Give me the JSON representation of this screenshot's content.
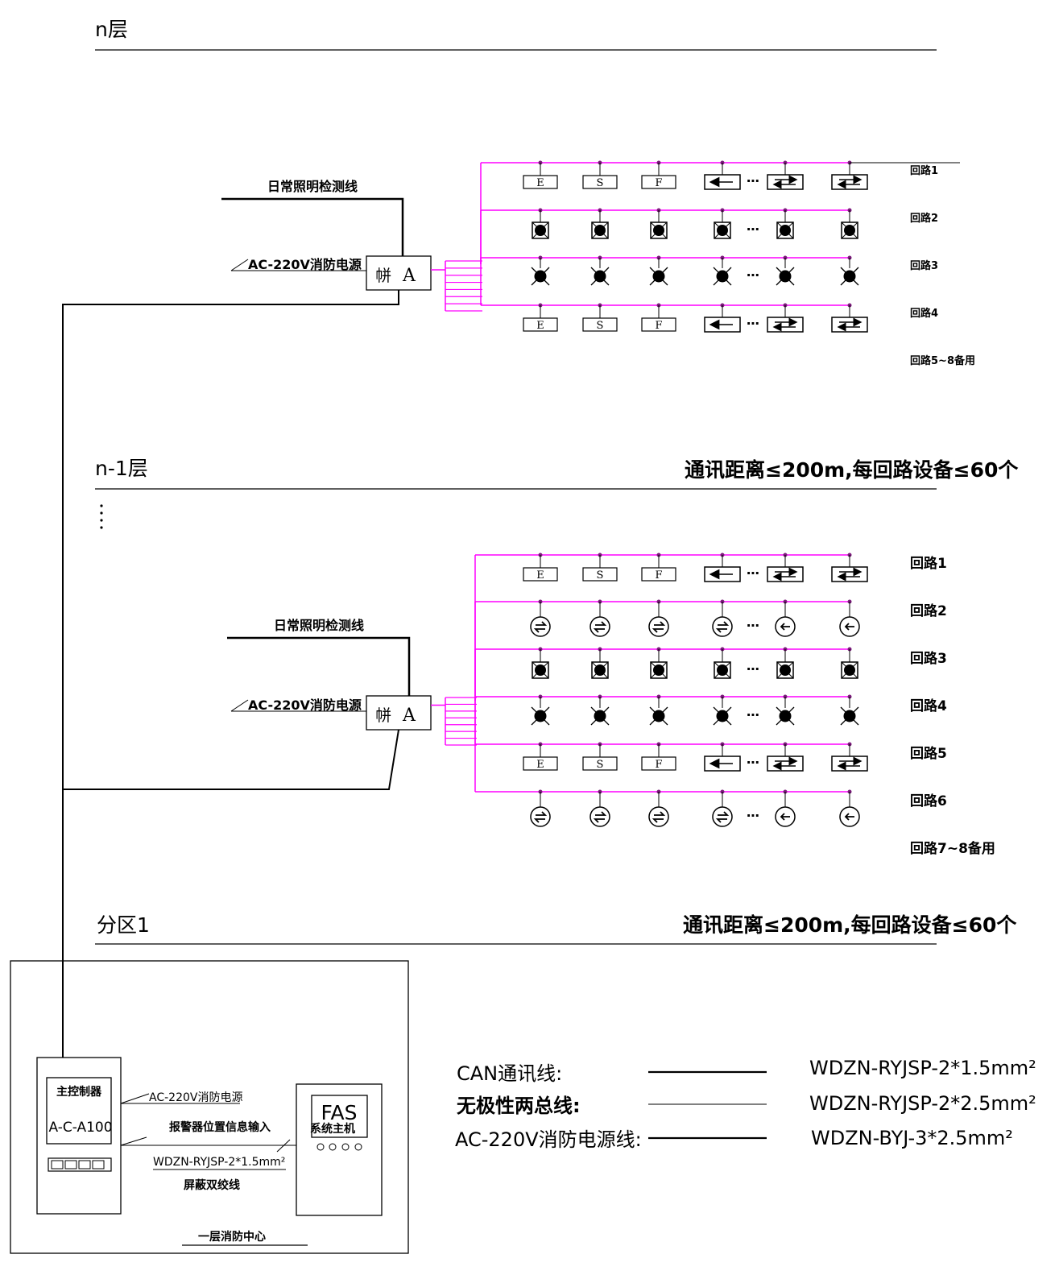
{
  "floors": {
    "n": "n层",
    "n1": "n-1层",
    "zone": "分区1"
  },
  "labels": {
    "daily_line": "日常照明检测线",
    "ac_power": "AC-220V消防电源",
    "dist_box_left": "帡",
    "dist_box_right": "A",
    "ellipsis": "⋯"
  },
  "note": "通讯距离≤200m,每回路设备≤60个",
  "loops_n": [
    "回路1",
    "回路2",
    "回路3",
    "回路4",
    "回路5~8备用"
  ],
  "loops_n1": [
    "回路1",
    "回路2",
    "回路3",
    "回路4",
    "回路5",
    "回路6",
    "回路7~8备用"
  ],
  "device_letters": [
    "E",
    "S",
    "F"
  ],
  "control": {
    "title": "主控制器",
    "model": "A-C-A100",
    "ac_power": "AC-220V消防电源",
    "alarm_input": "报警器位置信息输入",
    "cable": "WDZN-RYJSP-2*1.5mm²",
    "twisted": "屏蔽双绞线",
    "fas": "FAS",
    "fas_host": "系统主机",
    "center": "一层消防中心"
  },
  "legend": [
    {
      "name": "CAN通讯线:",
      "spec": "WDZN-RYJSP-2*1.5mm²"
    },
    {
      "name": "无极性两总线:",
      "spec": "WDZN-RYJSP-2*2.5mm²"
    },
    {
      "name": "AC-220V消防电源线:",
      "spec": "WDZN-BYJ-3*2.5mm²"
    }
  ],
  "colors": {
    "bus": "#ff00ff",
    "line": "#000000"
  }
}
